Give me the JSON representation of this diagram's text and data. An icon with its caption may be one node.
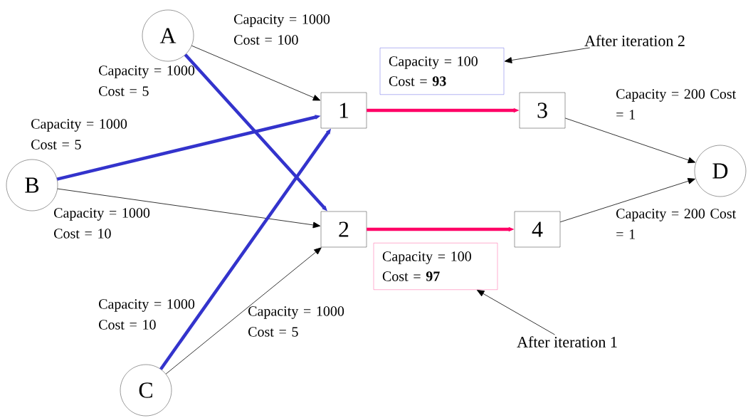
{
  "diagram": {
    "nodes": [
      {
        "text": [
          "A"
        ]
      },
      {
        "text": [
          "B"
        ]
      },
      {
        "text": [
          "C"
        ]
      },
      {
        "text": [
          "1"
        ]
      },
      {
        "text": [
          "2"
        ]
      },
      {
        "text": [
          "3"
        ]
      },
      {
        "text": [
          "4"
        ]
      },
      {
        "text": [
          "D"
        ]
      },
      {
        "text": [
          "Capacity = 100 Cost = **93**"
        ]
      },
      {
        "text": [
          "Capacity = 100 Cost = **97**"
        ]
      },
      {
        "text": [
          "After iteration 2"
        ]
      },
      {
        "text": [
          "After iteration 1"
        ]
      }
    ],
    "edges": [
      {
        "from": 0,
        "to": 3,
        "arrow": "to",
        "label": "Capacity = 1000 Cost = 100"
      },
      {
        "from": 0,
        "to": 4,
        "arrow": "to",
        "label": "Capacity = 1000 Cost = 5",
        "style": "thick",
        "color": "#3333cc"
      },
      {
        "from": 1,
        "to": 3,
        "arrow": "to",
        "label": "Capacity = 1000 Cost = 5",
        "style": "thick",
        "color": "#3333cc"
      },
      {
        "from": 1,
        "to": 4,
        "arrow": "to",
        "label": "Capacity = 1000 Cost = 10"
      },
      {
        "from": 2,
        "to": 3,
        "arrow": "to",
        "label": "Capacity = 1000 Cost = 10",
        "style": "thick",
        "color": "#3333cc"
      },
      {
        "from": 2,
        "to": 4,
        "arrow": "to",
        "label": "Capacity = 1000 Cost = 5"
      },
      {
        "from": 3,
        "to": 5,
        "arrow": "to",
        "style": "thick",
        "color": "#ff0066"
      },
      {
        "from": 4,
        "to": 6,
        "arrow": "to",
        "style": "thick",
        "color": "#ff0066"
      },
      {
        "from": 5,
        "to": 7,
        "arrow": "to",
        "label": "Capacity = 200 Cost = 1"
      },
      {
        "from": 6,
        "to": 7,
        "arrow": "to",
        "label": "Capacity = 200 Cost = 1"
      },
      {
        "from": 10,
        "to": 8,
        "arrow": "to"
      },
      {
        "from": 11,
        "to": 9,
        "arrow": "to"
      }
    ]
  }
}
